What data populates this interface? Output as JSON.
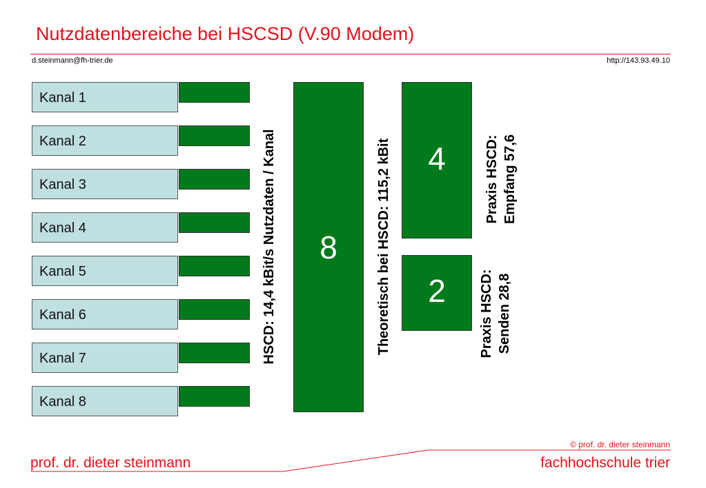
{
  "header": {
    "title": "Nutzdatenbereiche bei HSCSD (V.90 Modem)",
    "email": "d.steinmann@fh-trier.de",
    "url": "http://143.93.49.10"
  },
  "channels": [
    "Kanal 1",
    "Kanal 2",
    "Kanal 3",
    "Kanal 4",
    "Kanal 5",
    "Kanal 6",
    "Kanal 7",
    "Kanal 8"
  ],
  "blocks": {
    "total_channels": "8",
    "receive_channels": "4",
    "send_channels": "2"
  },
  "labels": {
    "per_channel": "HSCD: 14,4 kBit/s Nutzdaten / Kanal",
    "theoretical": "Theoretisch bei HSCD: 115,2 kBit",
    "receive_line1": "Praxis HSCD:",
    "receive_line2": "Empfang 57,6",
    "send_line1": "Praxis HSCD:",
    "send_line2": "Senden 28,8"
  },
  "footer": {
    "copyright": "© prof. dr. dieter steinmann",
    "author": "prof. dr. dieter steinmann",
    "institution": "fachhochschule trier"
  },
  "colors": {
    "accent_red": "#e8101a",
    "block_green": "#007a1a",
    "channel_box": "#bfdfe1"
  }
}
